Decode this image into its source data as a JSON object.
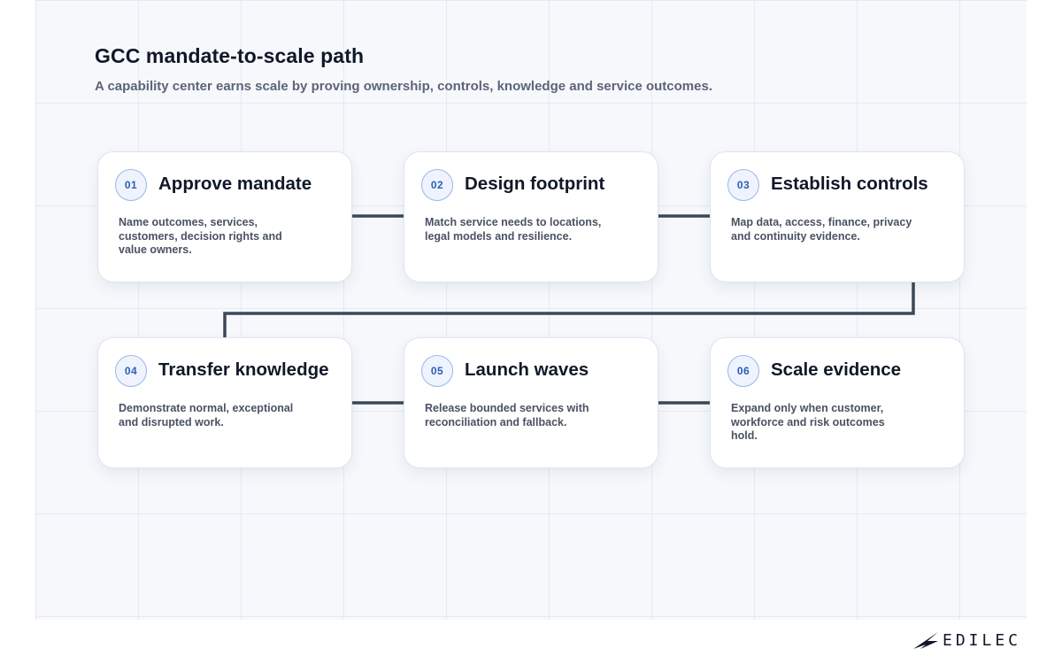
{
  "header": {
    "title": "GCC mandate-to-scale path",
    "subtitle": "A capability center earns scale by proving ownership, controls, knowledge and service outcomes."
  },
  "steps": [
    {
      "number": "01",
      "title": "Approve mandate",
      "description": "Name outcomes, services, customers, decision rights and value owners."
    },
    {
      "number": "02",
      "title": "Design footprint",
      "description": "Match service needs to locations, legal models and resilience."
    },
    {
      "number": "03",
      "title": "Establish controls",
      "description": "Map data, access, finance, privacy and continuity evidence."
    },
    {
      "number": "04",
      "title": "Transfer knowledge",
      "description": "Demonstrate normal, exceptional and disrupted work."
    },
    {
      "number": "05",
      "title": "Launch waves",
      "description": "Release bounded services with reconciliation and fallback."
    },
    {
      "number": "06",
      "title": "Scale evidence",
      "description": "Expand only when customer, workforce and risk outcomes hold."
    }
  ],
  "brand": {
    "name": "EDILEC"
  },
  "colors": {
    "connector": "#3d4757",
    "badge_border": "#9cb6e6",
    "badge_text": "#2c5fb8",
    "background": "#f6f8fc"
  }
}
